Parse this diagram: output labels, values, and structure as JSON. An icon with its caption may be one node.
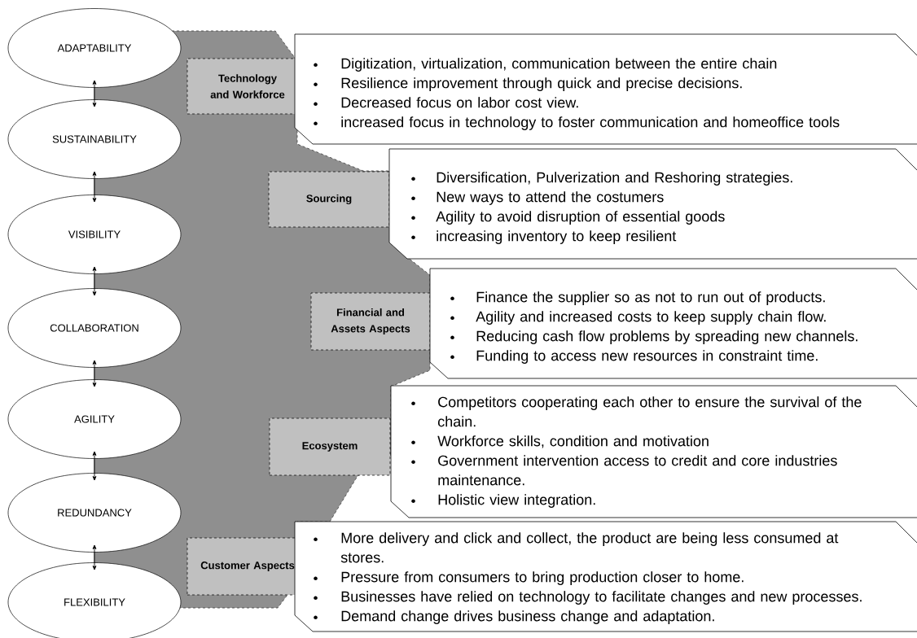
{
  "diagram": {
    "nodes": [
      {
        "text": [
          "ADAPTABILITY"
        ]
      },
      {
        "text": [
          "SUSTAINABILITY"
        ]
      },
      {
        "text": [
          "VISIBILITY"
        ]
      },
      {
        "text": [
          "COLLABORATION"
        ]
      },
      {
        "text": [
          "AGILITY"
        ]
      },
      {
        "text": [
          "REDUNDANCY"
        ]
      },
      {
        "text": [
          "FLEXIBILITY"
        ]
      },
      {
        "text": [
          "Technology and Workforce"
        ]
      },
      {
        "text": [
          "Sourcing"
        ]
      },
      {
        "text": [
          "Financial and Assets Aspects"
        ]
      },
      {
        "text": [
          "Ecosystem"
        ]
      },
      {
        "text": [
          "Customer Aspects"
        ]
      },
      {
        "text": [
          "Digitization, virtualization, communication between the entire chain",
          "Resilience improvement through quick and precise decisions.",
          "Decreased focus on labor cost view.",
          "increased focus in technology to foster communication and homeoffice tools"
        ]
      },
      {
        "text": [
          "Diversification, Pulverization and Reshoring strategies.",
          "New ways to attend the costumers",
          "Agility to avoid disruption of essential goods",
          "increasing inventory to keep resilient"
        ]
      },
      {
        "text": [
          "Finance the supplier so as not to run out of products.",
          "Agility and increased costs to keep supply chain flow.",
          "Reducing cash flow problems by spreading new channels.",
          "Funding to access new resources in constraint time."
        ]
      },
      {
        "text": [
          "Competitors cooperating each other to ensure the survival of the chain.",
          "Workforce skills, condition and motivation",
          "Government intervention access to credit and core industries maintenance.",
          "Holistic view integration."
        ]
      },
      {
        "text": [
          "More delivery and click and collect, the product are being less consumed at stores.",
          "Pressure from consumers to bring production closer to home.",
          "Businesses have relied on technology to facilitate changes and new processes.",
          "Demand change drives business change and adaptation."
        ]
      }
    ],
    "edges": [
      {
        "from": 0,
        "to": 1,
        "arrow": "both"
      },
      {
        "from": 1,
        "to": 2,
        "arrow": "both"
      },
      {
        "from": 2,
        "to": 3,
        "arrow": "both"
      },
      {
        "from": 3,
        "to": 4,
        "arrow": "both"
      },
      {
        "from": 4,
        "to": 5,
        "arrow": "both"
      },
      {
        "from": 5,
        "to": 6,
        "arrow": "both"
      }
    ]
  }
}
